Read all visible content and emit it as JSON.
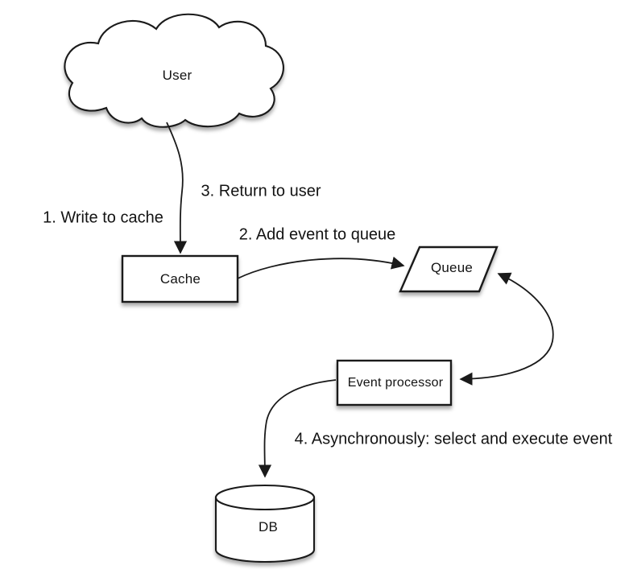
{
  "diagram": {
    "type": "flow-diagram",
    "description": "Write-back cache architecture: user writes to cache, cache queues event, event processor asynchronously persists to DB",
    "background": "#ffffff"
  },
  "nodes": {
    "user": {
      "label": "User",
      "shape": "cloud"
    },
    "cache": {
      "label": "Cache",
      "shape": "rectangle"
    },
    "queue": {
      "label": "Queue",
      "shape": "parallelogram"
    },
    "event_processor": {
      "label": "Event processor",
      "shape": "rectangle"
    },
    "db": {
      "label": "DB",
      "shape": "cylinder"
    }
  },
  "edge_labels": {
    "step1": "1. Write to cache",
    "step2": "2. Add event to queue",
    "step3": "3. Return to user",
    "step4": "4. Asynchronously: select and execute event"
  },
  "edges": [
    {
      "from": "user",
      "to": "cache",
      "labels": [
        "1. Write to cache",
        "3. Return to user"
      ],
      "arrowheads": "end",
      "style": "curved"
    },
    {
      "from": "cache",
      "to": "queue",
      "labels": [
        "2. Add event to queue"
      ],
      "arrowheads": "end",
      "style": "curved"
    },
    {
      "from": "queue",
      "to": "event_processor",
      "labels": [],
      "arrowheads": "both",
      "style": "curved"
    },
    {
      "from": "event_processor",
      "to": "db",
      "labels": [
        "4. Asynchronously: select and execute event"
      ],
      "arrowheads": "end",
      "style": "curved"
    }
  ],
  "colors": {
    "line": "#1a1a1a",
    "node_fill": "#ffffff",
    "text": "#131313",
    "shadow": "rgba(0,0,0,0.33)"
  }
}
